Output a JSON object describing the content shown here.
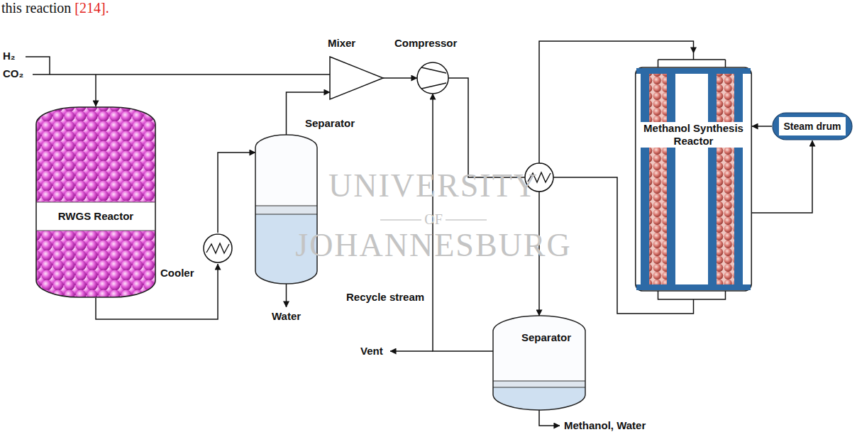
{
  "diagram": {
    "nodes": [
      {
        "text": [
          "RWGS Reactor"
        ]
      },
      {
        "text": [
          "Cooler"
        ]
      },
      {
        "text": [
          "Separator"
        ]
      },
      {
        "text": [
          "Mixer"
        ]
      },
      {
        "text": [
          "Compressor"
        ]
      },
      {
        "text": [
          "Methanol Synthesis Reactor"
        ]
      },
      {
        "text": [
          "Steam drum"
        ]
      },
      {
        "text": [
          "Separator"
        ]
      }
    ],
    "edges": [
      {
        "from": 0,
        "to": 1,
        "arrow": "to"
      },
      {
        "from": 1,
        "to": 2,
        "arrow": "to"
      },
      {
        "from": 2,
        "to": 3,
        "arrow": "to"
      },
      {
        "from": 3,
        "to": 4,
        "arrow": "to"
      },
      {
        "from": 4,
        "to": 5,
        "arrow": "to"
      },
      {
        "from": 6,
        "to": 5,
        "arrow": "to"
      },
      {
        "from": 5,
        "to": 6,
        "arrow": "to"
      },
      {
        "from": 5,
        "to": 7,
        "arrow": "to"
      },
      {
        "from": 7,
        "to": 4,
        "label": "Recycle stream",
        "arrow": "to"
      }
    ],
    "labels": [
      "this reaction",
      "[214].",
      "H₂",
      "CO₂",
      "Water",
      "Vent",
      "Methanol, Water",
      "UNIVERSITY",
      "OF",
      "JOHANNESBURG"
    ]
  }
}
